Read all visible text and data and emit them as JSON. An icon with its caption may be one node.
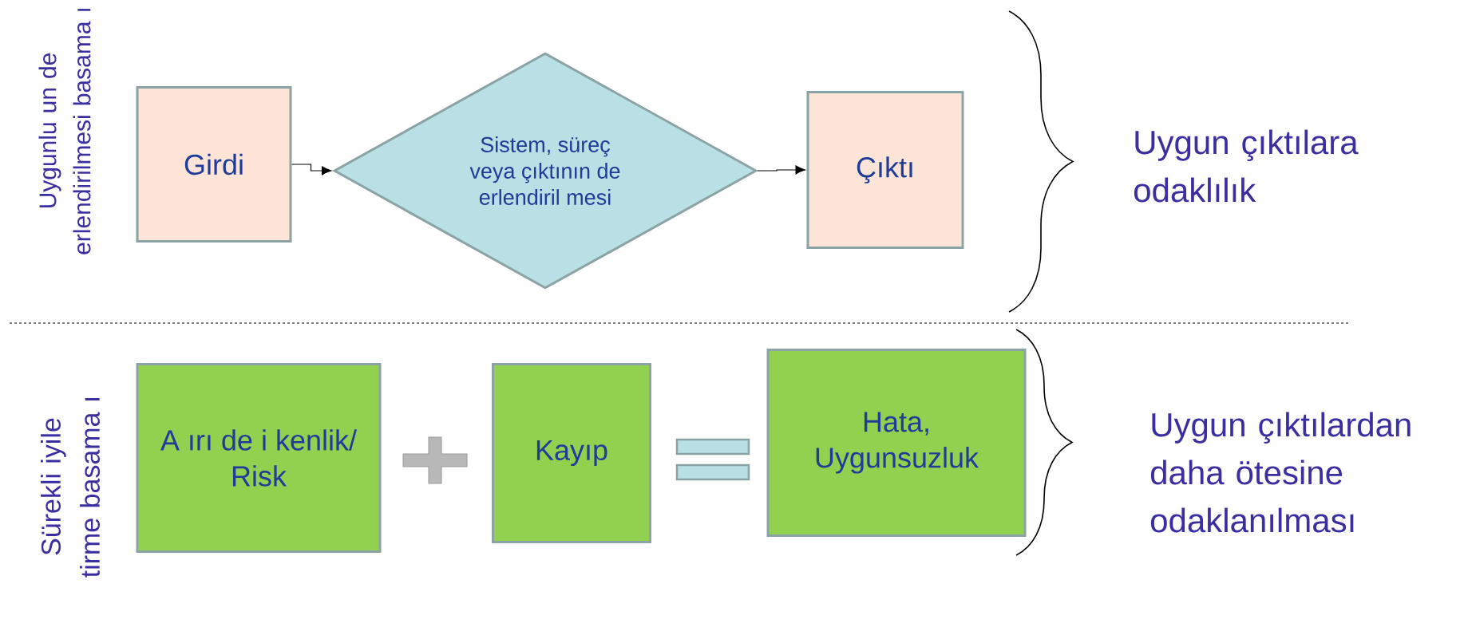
{
  "diagram": {
    "nodes": [
      {
        "text": [
          "Girdi"
        ]
      },
      {
        "text": [
          "Sistem, süreç veya çıktının de erlendiril mesi"
        ]
      },
      {
        "text": [
          "Çıktı"
        ]
      },
      {
        "text": [
          "A ırı de i kenlik/ Risk"
        ]
      },
      {
        "text": [],
        "shape": "plus"
      },
      {
        "text": [
          "Kayıp"
        ]
      },
      {
        "text": [],
        "shape": "equals"
      },
      {
        "text": [
          "Hata, Uygunsuzluk"
        ]
      }
    ],
    "edges": [
      {
        "from": 0,
        "to": 1,
        "arrow": "to"
      },
      {
        "from": 1,
        "to": 2,
        "arrow": "to"
      }
    ],
    "labels": [
      "Uygunlu un de erlendirilmesi basama ı",
      "Uygun çıktılara odaklılık",
      "Sürekli iyile tirme basama ı",
      "Uygun çıktılardan daha ötesine odaklanılması"
    ]
  }
}
